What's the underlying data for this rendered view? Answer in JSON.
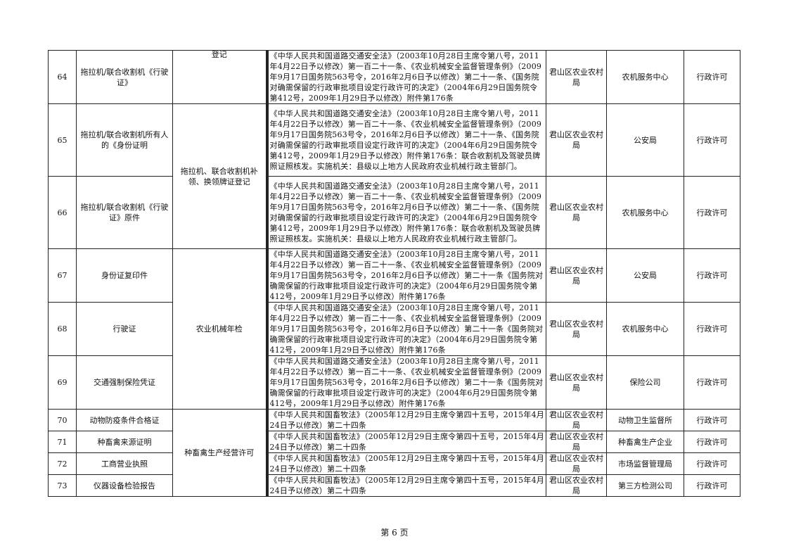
{
  "rows": [
    {
      "no": "64",
      "material": "拖拉机/联合收割机《行驶证》",
      "basis": "《中华人民共和国道路交通安全法》（2003年10月28日主席令第八号，2011年4月22日予以修改）第一百二十一条、《农业机械安全监督管理条例》（2009年9月17日国务院563号令，2016年2月6日予以修改）第二十一条、《国务院对确需保留的行政审批项目设定行政许可的决定》（2004年6月29日国务院令第412号，2009年1月29日予以修改）附件第176条",
      "dept": "君山区农业农村局",
      "source": "农机服务中心",
      "type": "行政许可"
    },
    {
      "no": "65",
      "material": "拖拉机/联合收割机所有人的《身份证明",
      "basis": "《中华人民共和国道路交通安全法》（2003年10月28日主席令第八号，2011年4月22日予以修改）第一百二十一条、《农业机械安全监督管理条例》（2009年9月17日国务院563号令，2016年2月6日予以修改）第二十一条、《国务院对确需保留的行政审批项目设定行政许可的决定》（2004年6月29日国务院令第412号，2009年1月29日予以修改）附件第176条：联合收割机及驾驶员牌照证照核发。实施机关：县级以上地方人民政府农业机械行政主管部门。",
      "dept": "君山区农业农村局",
      "source": "公安局",
      "type": "行政许可"
    },
    {
      "no": "66",
      "material": "拖拉机/联合收割机《行驶证》原件",
      "basis": "《中华人民共和国道路交通安全法》（2003年10月28日主席令第八号，2011年4月22日予以修改）第一百二十一条、《农业机械安全监督管理条例》（2009年9月17日国务院563号令，2016年2月6日予以修改）第二十一条、《国务院对确需保留的行政审批项目设定行政许可的决定》（2004年6月29日国务院令第412号，2009年1月29日予以修改）附件第176条：联合收割机及驾驶员牌照证照核发。实施机关：县级以上地方人民政府农业机械行政主管部门。",
      "dept": "君山区农业农村局",
      "source": "农机服务中心",
      "type": "行政许可"
    },
    {
      "no": "67",
      "material": "身份证复印件",
      "basis": "《中华人民共和国道路交通安全法》（2003年10月28日主席令第八号，2011年4月22日予以修改）第一百二十一条、《农业机械安全监督管理条例》（2009年9月17日国务院563号令，2016年2月6日予以修改）第二十一条《国务院对确需保留的行政审批项目设定行政许可的决定》（2004年6月29日国务院令第412号，2009年1月29日予以修改）附件第176条",
      "dept": "君山区农业农村局",
      "source": "公安局",
      "type": "行政许可"
    },
    {
      "no": "68",
      "material": "行驶证",
      "basis": "《中华人民共和国道路交通安全法》（2003年10月28日主席令第八号，2011年4月22日予以修改）第一百二十一条、《农业机械安全监督管理条例》（2009年9月17日国务院563号令，2016年2月6日予以修改）第二十一条《国务院对确需保留的行政审批项目设定行政许可的决定》（2004年6月29日国务院令第412号，2009年1月29日予以修改）附件第176条",
      "dept": "君山区农业农村局",
      "source": "农机服务中心",
      "type": "行政许可"
    },
    {
      "no": "69",
      "material": "交通强制保险凭证",
      "basis": "《中华人民共和国道路交通安全法》（2003年10月28日主席令第八号，2011年4月22日予以修改）第一百二十一条、《农业机械安全监督管理条例》（2009年9月17日国务院563号令，2016年2月6日予以修改）第二十一条《国务院对确需保留的行政审批项目设定行政许可的决定》（2004年6月29日国务院令第412号，2009年1月29日予以修改）附件第176条",
      "dept": "君山区农业农村局",
      "source": "保险公司",
      "type": "行政许可"
    },
    {
      "no": "70",
      "material": "动物防疫条件合格证",
      "basis": "《中华人民共和国畜牧法》（2005年12月29日主席令第四十五号，2015年4月24日予以修改）第二十四条",
      "dept": "君山区农业农村局",
      "source": "动物卫生监督所",
      "type": "行政许可"
    },
    {
      "no": "71",
      "material": "种畜禽来源证明",
      "basis": "《中华人民共和国畜牧法》（2005年12月29日主席令第四十五号，2015年4月24日予以修改）第二十四条",
      "dept": "君山区农业农村局",
      "source": "种畜禽生产企业",
      "type": "行政许可"
    },
    {
      "no": "72",
      "material": "工商营业执照",
      "basis": "《中华人民共和国畜牧法》（2005年12月29日主席令第四十五号，2015年4月24日予以修改）第二十四条",
      "dept": "君山区农业农村局",
      "source": "市场监督管理局",
      "type": "行政许可"
    },
    {
      "no": "73",
      "material": "仪器设备检验报告",
      "basis": "《中华人民共和国畜牧法》（2005年12月29日主席令第四十五号，2015年4月24日予以修改）第二十四条",
      "dept": "君山区农业农村局",
      "source": "第三方检测公司",
      "type": "行政许可"
    }
  ],
  "items": {
    "a": "登记",
    "b": "拖拉机、联合收割机补领、换领牌证登记",
    "c": "农业机械年检",
    "d": "种畜禽生产经营许可"
  },
  "footer": "第 6 页"
}
